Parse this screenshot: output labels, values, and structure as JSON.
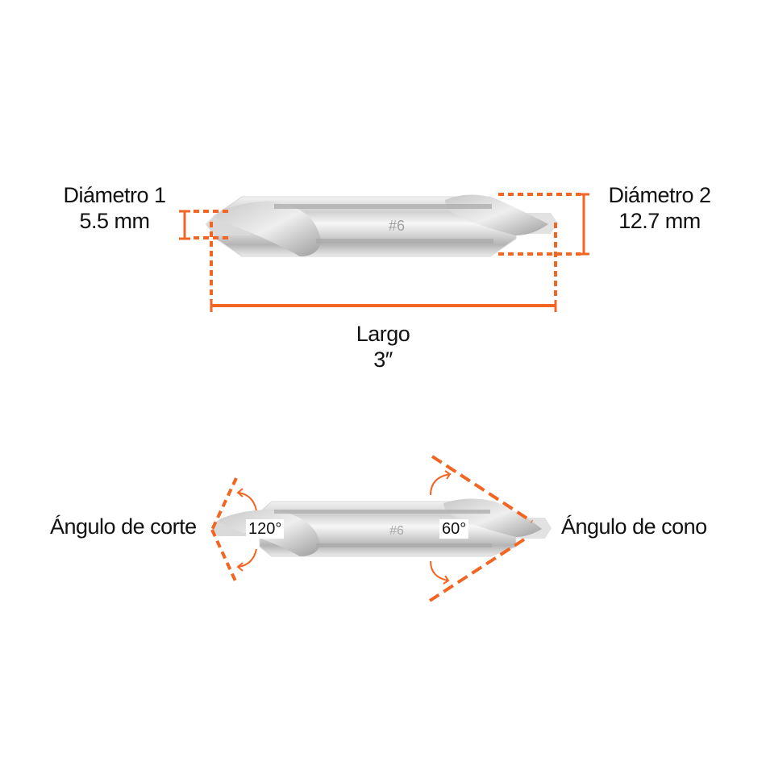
{
  "top_diagram": {
    "diameter1": {
      "title": "Diámetro 1",
      "value": "5.5 mm"
    },
    "diameter2": {
      "title": "Diámetro 2",
      "value": "12.7 mm"
    },
    "length": {
      "title": "Largo",
      "value": "3″"
    },
    "drill_marking": "#6"
  },
  "bottom_diagram": {
    "cutting_angle": {
      "title": "Ángulo de corte",
      "value": "120°"
    },
    "cone_angle": {
      "title": "Ángulo de cono",
      "value": "60°"
    },
    "drill_marking": "#6"
  },
  "colors": {
    "accent": "#f26522",
    "steel_light": "#e6e6e6",
    "steel_dark": "#9a9a9a",
    "text": "#111111",
    "background": "#ffffff"
  }
}
